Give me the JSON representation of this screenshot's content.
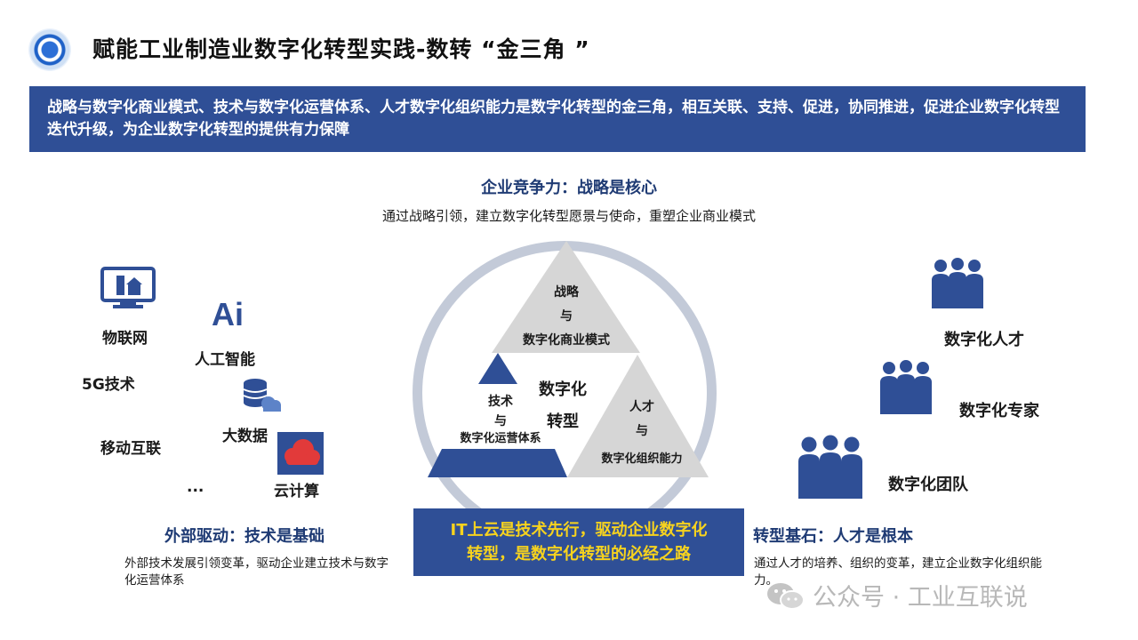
{
  "header": {
    "title": "赋能工业制造业数字化转型实践-数转 “金三角 ”",
    "banner": "战略与数字化商业模式、技术与数字化运营体系、人才数字化组织能力是数字化转型的金三角，相互关联、支持、促进，协同推进，促进企业数字化转型迭代升级，为企业数字化转型的提供有力保障"
  },
  "top": {
    "heading": "企业竞争力：战略是核心",
    "desc": "通过战略引领，建立数字化转型愿景与使命，重塑企业商业模式"
  },
  "triangle": {
    "top_line1": "战略",
    "top_line2": "与",
    "top_line3": "数字化商业模式",
    "left_line1": "技术",
    "left_line2": "与",
    "left_line3": "数字化运营体系",
    "right_line1": "人才",
    "right_line2": "与",
    "right_line3": "数字化组织能力",
    "center_line1": "数字化",
    "center_line2": "转型"
  },
  "bottom_box": {
    "line1": "IT上云是技术先行，驱动企业数字化",
    "line2": "转型，是数字化转型的必经之路"
  },
  "left": {
    "iot": "物联网",
    "ai_logo": "Ai",
    "ai": "人工智能",
    "g5": "5G技术",
    "bigdata": "大数据",
    "mobile": "移动互联",
    "ellipsis": "...",
    "cloud": "云计算",
    "heading": "外部驱动：技术是基础",
    "desc": "外部技术发展引领变革，驱动企业建立技术与数字化运营体系"
  },
  "right": {
    "talent": "数字化人才",
    "expert": "数字化专家",
    "team": "数字化团队",
    "heading": "转型基石：人才是根本",
    "desc": "通过人才的培养、组织的变革，建立企业数字化组织能力。"
  },
  "watermark": "公众号 · 工业互联说",
  "colors": {
    "primary": "#2f4f96",
    "highlight": "#f7d31e",
    "triangle_gray": "#d6d6d6",
    "ring_gray": "#c3cad8"
  }
}
